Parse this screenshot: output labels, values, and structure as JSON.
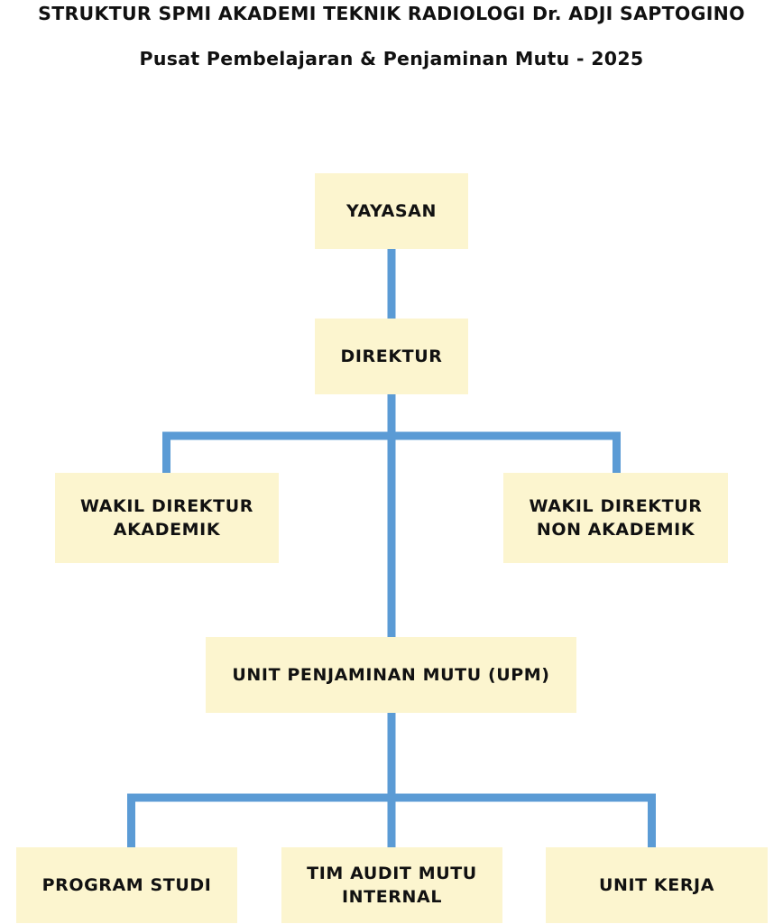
{
  "header": {
    "title": "STRUKTUR SPMI AKADEMI TEKNIK RADIOLOGI Dr. ADJI SAPTOGINO",
    "subtitle": "Pusat Pembelajaran & Penjaminan Mutu - 2025"
  },
  "colors": {
    "connector": "#5b9bd5",
    "box_fill": "#fcf5cf",
    "text": "#111111"
  },
  "nodes": {
    "yayasan": {
      "lines": [
        "YAYASAN"
      ]
    },
    "direktur": {
      "lines": [
        "DIREKTUR"
      ]
    },
    "wakil_direktur_akademik": {
      "lines": [
        "WAKIL DIREKTUR",
        "AKADEMIK"
      ]
    },
    "wakil_direktur_non_akademik": {
      "lines": [
        "WAKIL DIREKTUR",
        "NON AKADEMIK"
      ]
    },
    "upm": {
      "lines": [
        "UNIT PENJAMINAN MUTU (UPM)"
      ]
    },
    "program_studi": {
      "lines": [
        "PROGRAM STUDI"
      ]
    },
    "tim_audit_mutu_internal": {
      "lines": [
        "TIM AUDIT MUTU",
        "INTERNAL"
      ]
    },
    "unit_kerja": {
      "lines": [
        "UNIT KERJA"
      ]
    }
  }
}
